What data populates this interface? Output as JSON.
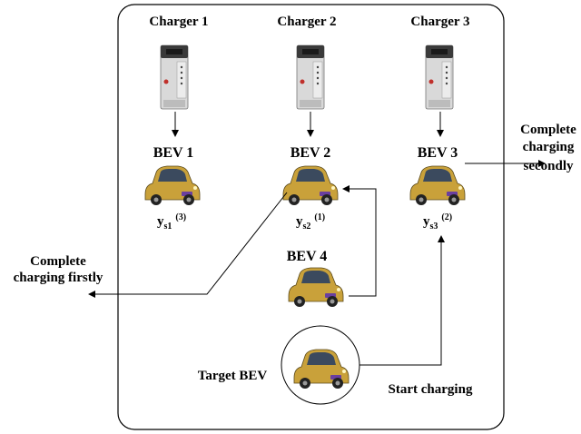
{
  "chargers": [
    {
      "label": "Charger 1"
    },
    {
      "label": "Charger 2"
    },
    {
      "label": "Charger 3"
    }
  ],
  "bevs": [
    {
      "label": "BEV 1",
      "var_base": "y",
      "var_sub": "s1",
      "var_sup": "(3)"
    },
    {
      "label": "BEV 2",
      "var_base": "y",
      "var_sub": "s2",
      "var_sup": "(1)"
    },
    {
      "label": "BEV 3",
      "var_base": "y",
      "var_sub": "s3",
      "var_sup": "(2)"
    },
    {
      "label": "BEV 4"
    }
  ],
  "target": {
    "label": "Target BEV",
    "action": "Start charging"
  },
  "outcomes": {
    "first_line1": "Complete",
    "first_line2": "charging firstly",
    "second_line1": "Complete",
    "second_line2": "charging",
    "second_line3": "secondly"
  },
  "colors": {
    "car": "#c9a13a",
    "charger_body": "#d9d9d9",
    "charger_top": "#3a3a3a",
    "charger_accent": "#c0302b"
  }
}
